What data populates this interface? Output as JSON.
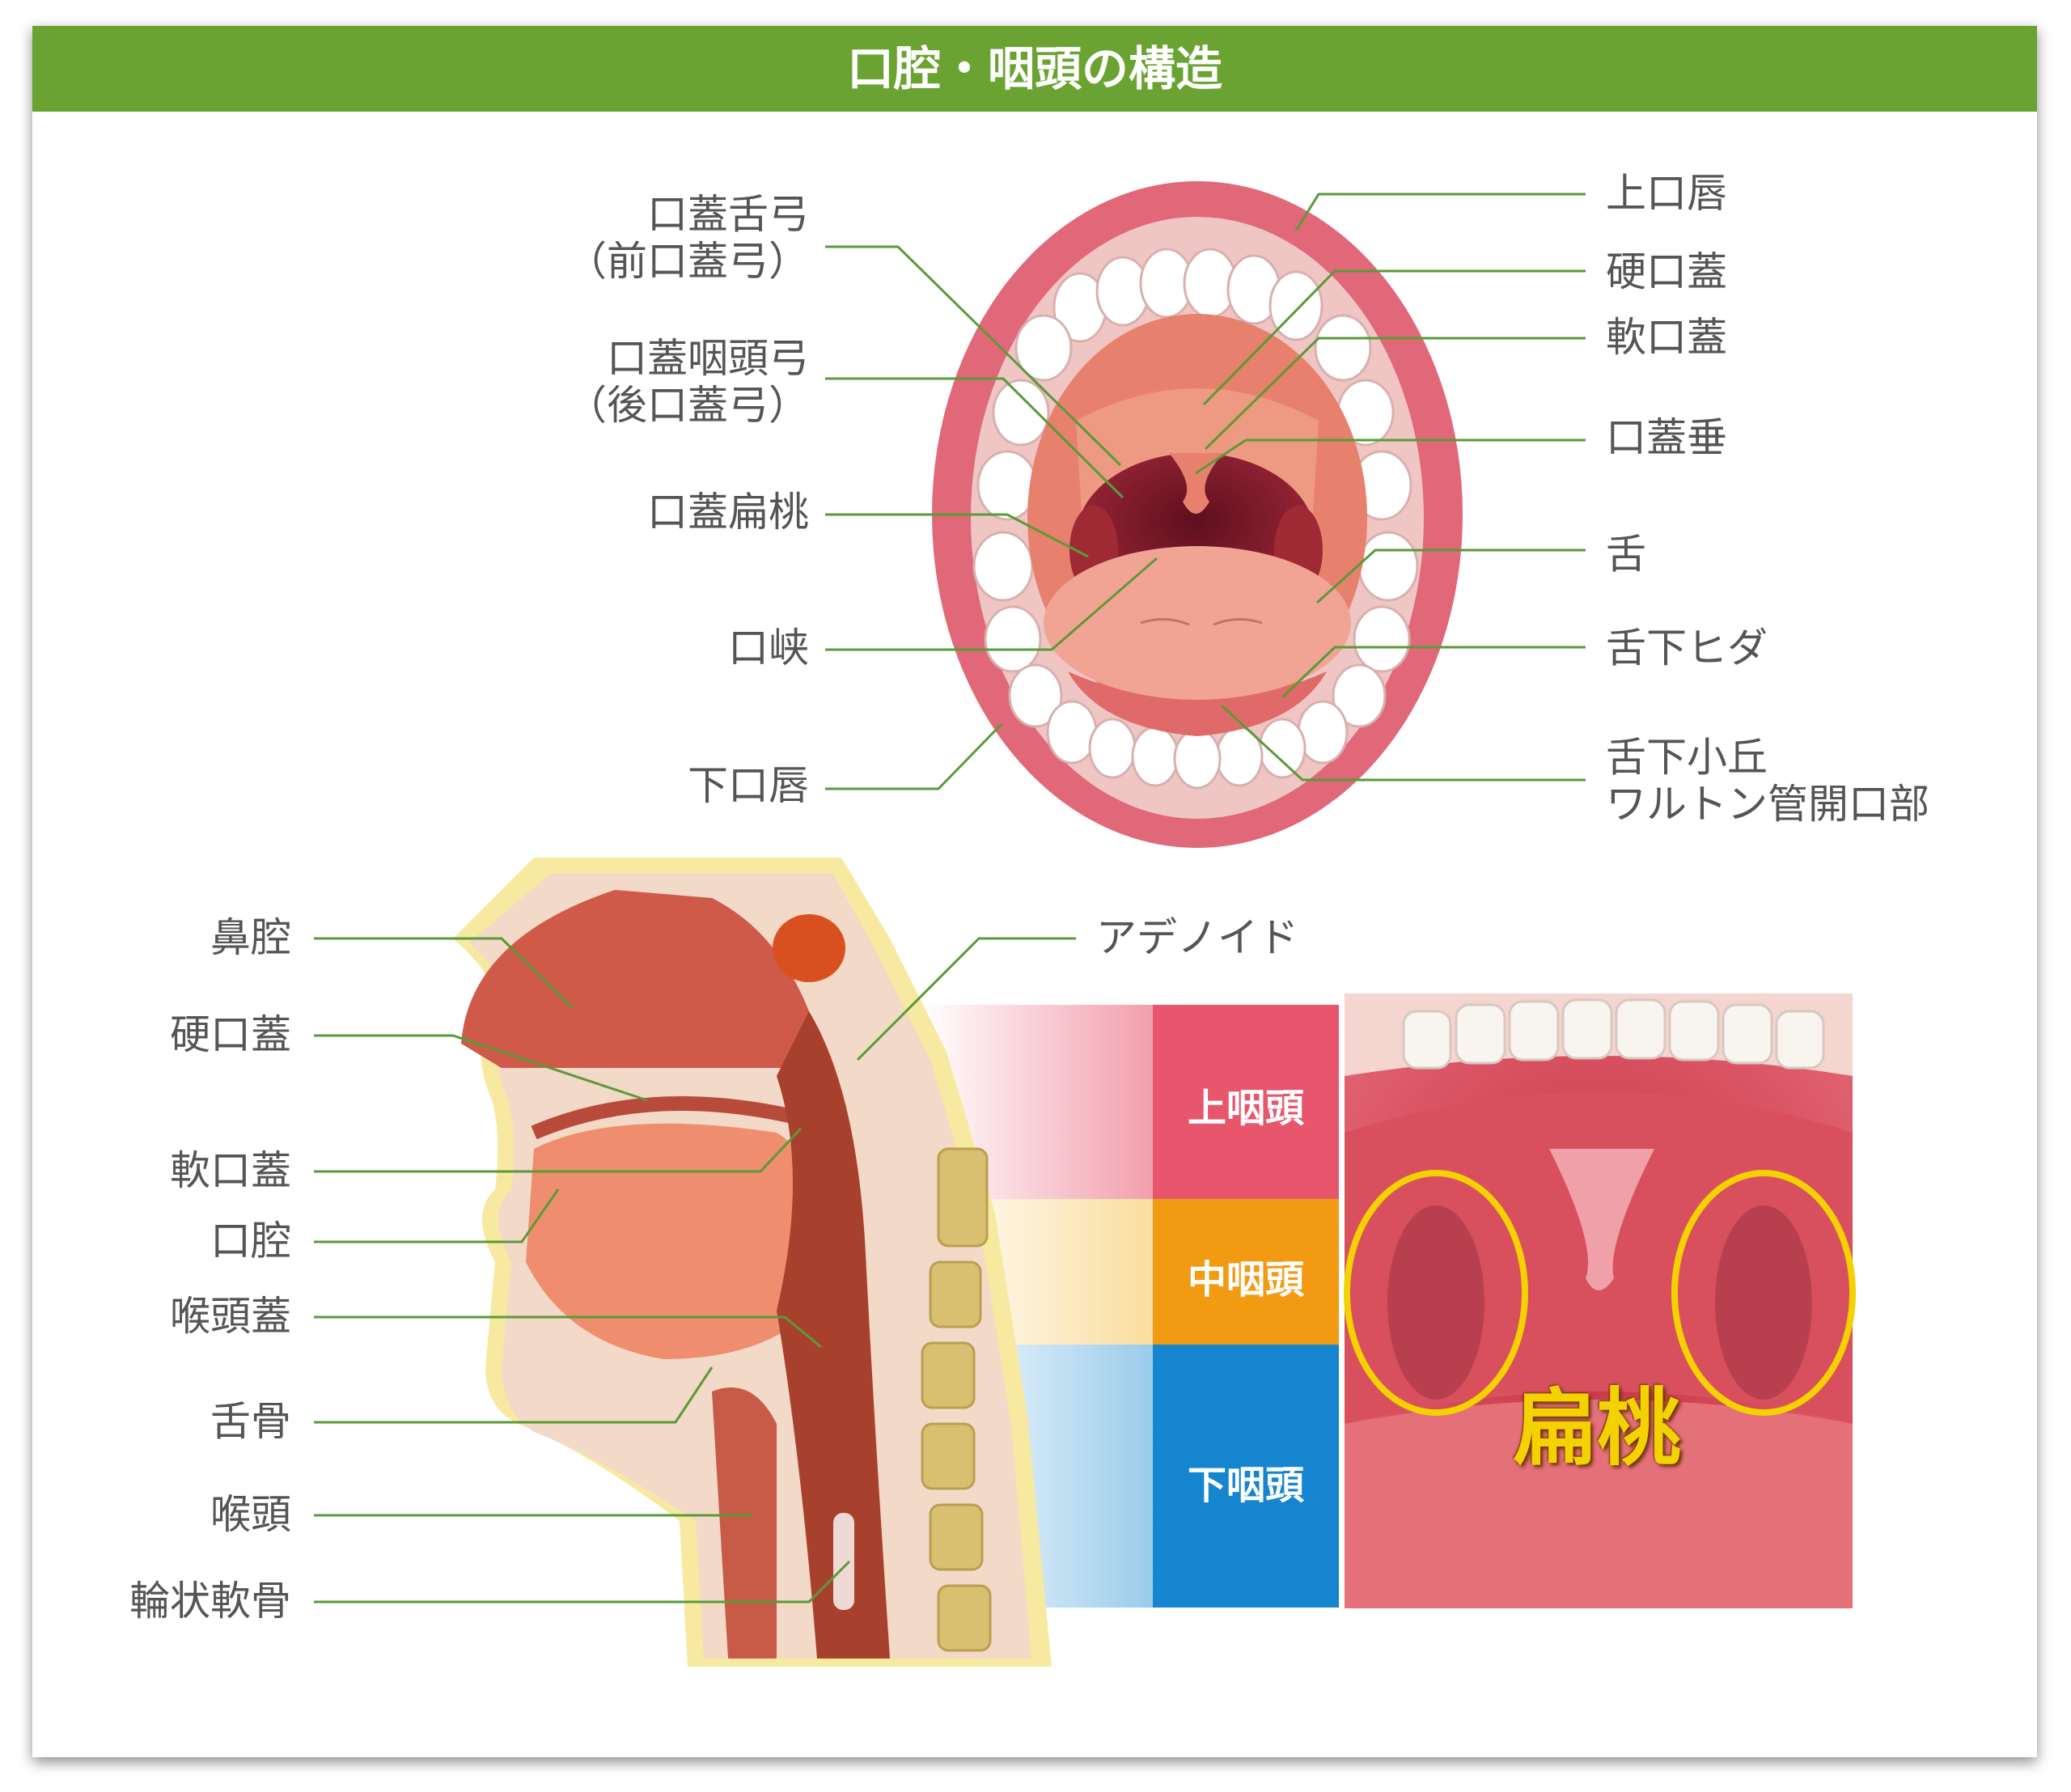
{
  "title": "口腔・咽頭の構造",
  "mouth_left_labels": {
    "palatoglossal": [
      "口蓋舌弓",
      "（前口蓋弓）"
    ],
    "palatopharyngeal": [
      "口蓋咽頭弓",
      "（後口蓋弓）"
    ],
    "palatine_tonsil": "口蓋扁桃",
    "fauces": "口峡",
    "lower_lip": "下口唇"
  },
  "mouth_right_labels": {
    "upper_lip": "上口唇",
    "hard_palate": "硬口蓋",
    "soft_palate": "軟口蓋",
    "uvula": "口蓋垂",
    "tongue": "舌",
    "frenulum": "舌下ヒダ",
    "caruncle": [
      "舌下小丘",
      "ワルトン管開口部"
    ]
  },
  "section_labels": {
    "nasal_cavity": "鼻腔",
    "hard_palate": "硬口蓋",
    "soft_palate": "軟口蓋",
    "oral_cavity": "口腔",
    "epiglottis": "喉頭蓋",
    "hyoid": "舌骨",
    "larynx": "喉頭",
    "cricoid": "輪状軟骨",
    "adenoid": "アデノイド"
  },
  "zones": [
    {
      "label": "上咽頭",
      "color": "#e8566e"
    },
    {
      "label": "中咽頭",
      "color": "#f29a12"
    },
    {
      "label": "下咽頭",
      "color": "#1585cf"
    }
  ],
  "photo_label": "扁桃",
  "colors": {
    "banner": "#6aa331",
    "leader": "#5a9a38",
    "highlight": "#f4d100"
  }
}
